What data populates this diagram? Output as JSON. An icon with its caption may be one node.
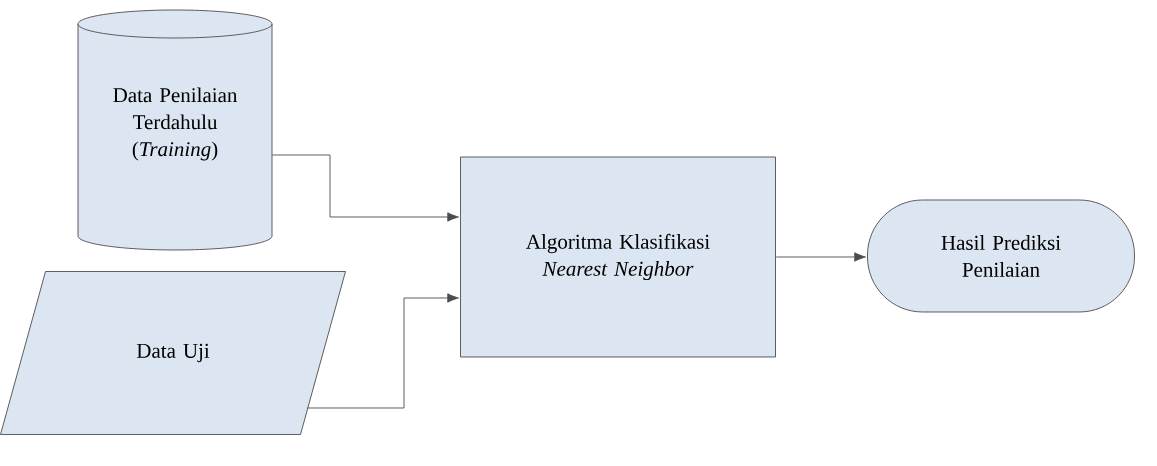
{
  "diagram": {
    "nodes": [
      {
        "text": [
          "Data Penilaian Terdahulu (*Training*)"
        ]
      },
      {
        "text": [
          "Data Uji"
        ]
      },
      {
        "text": [
          "Algoritma Klasifikasi *Nearest Neighbor*"
        ]
      },
      {
        "text": [
          "Hasil Prediksi Penilaian"
        ]
      }
    ],
    "edges": [
      {
        "from": 0,
        "to": 2,
        "arrow": "to"
      },
      {
        "from": 1,
        "to": 2,
        "arrow": "to"
      },
      {
        "from": 2,
        "to": 3,
        "arrow": "to"
      }
    ]
  }
}
